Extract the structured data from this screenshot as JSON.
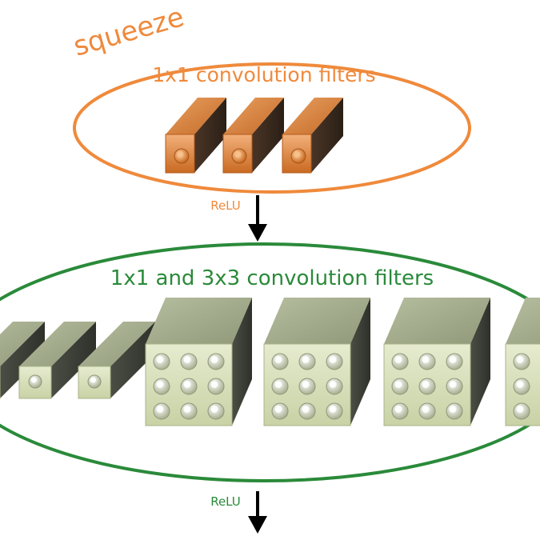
{
  "squeeze": {
    "title": "squeeze",
    "subtitle": "1x1 convolution filters",
    "color": "#ef8a3c",
    "filter_count": 3
  },
  "relu_top": {
    "label": "ReLU",
    "color": "#ef8a3c"
  },
  "expand": {
    "subtitle": "1x1 and 3x3 convolution filters",
    "color": "#2a8a3a",
    "small_filters": 3,
    "large_filters": 4
  },
  "relu_bottom": {
    "label": "ReLU",
    "color": "#2a8a3a"
  },
  "arrow_color": "#000000"
}
